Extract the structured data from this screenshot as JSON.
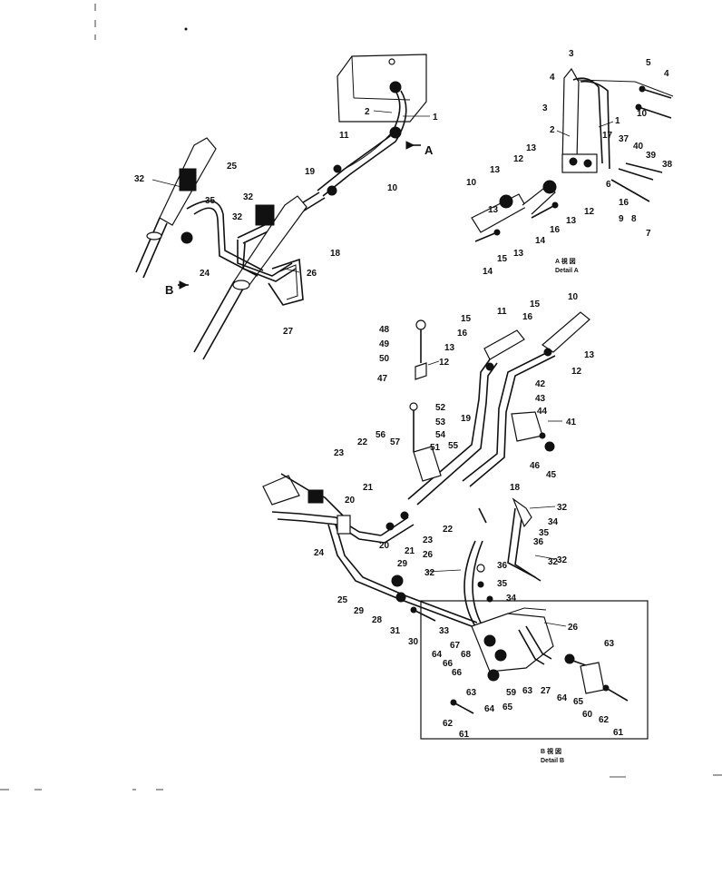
{
  "diagram": {
    "view_a": {
      "labels": [
        "1",
        "2",
        "3",
        "3",
        "4",
        "4",
        "5",
        "6",
        "7",
        "8",
        "9",
        "10",
        "10",
        "12",
        "12",
        "13",
        "13",
        "13",
        "13",
        "13",
        "14",
        "14",
        "15",
        "16",
        "16",
        "17",
        "37",
        "38",
        "39",
        "40"
      ],
      "caption_line1": "A 視 図",
      "caption_line2": "Detail A"
    },
    "view_b": {
      "labels": [
        "26",
        "27",
        "33",
        "59",
        "60",
        "61",
        "61",
        "62",
        "62",
        "63",
        "63",
        "63",
        "64",
        "64",
        "64",
        "65",
        "65",
        "66",
        "66",
        "67",
        "68"
      ],
      "caption_line1": "B 視 図",
      "caption_line2": "Detail B"
    },
    "overview_labels": [
      "1",
      "2",
      "10",
      "11",
      "18",
      "19",
      "24",
      "25",
      "26",
      "27",
      "32",
      "32",
      "32",
      "35"
    ],
    "main_labels": [
      "10",
      "11",
      "12",
      "12",
      "13",
      "13",
      "15",
      "15",
      "16",
      "16",
      "18",
      "19",
      "20",
      "20",
      "21",
      "21",
      "22",
      "22",
      "23",
      "23",
      "24",
      "25",
      "26",
      "28",
      "29",
      "29",
      "30",
      "31",
      "32",
      "32",
      "32",
      "32",
      "34",
      "34",
      "35",
      "35",
      "36",
      "36",
      "41",
      "42",
      "43",
      "44",
      "45",
      "46",
      "47",
      "48",
      "49",
      "50",
      "51",
      "52",
      "53",
      "54",
      "55",
      "56",
      "57"
    ],
    "arrow_a": "A",
    "arrow_b": "B"
  }
}
